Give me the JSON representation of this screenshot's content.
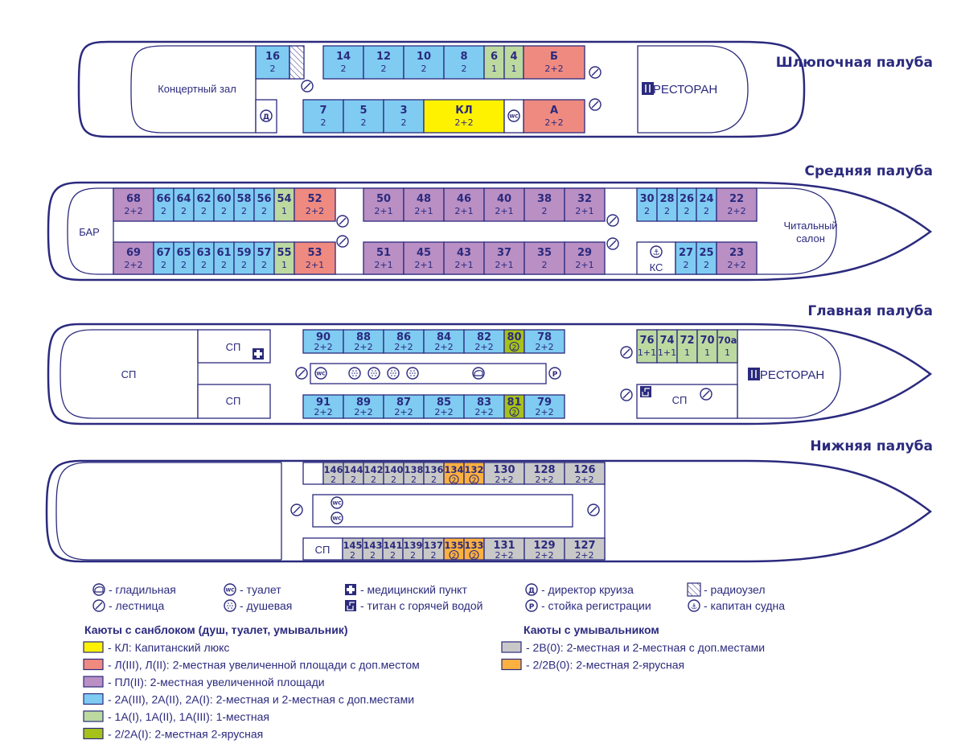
{
  "colors": {
    "navy": "#2b2a7e",
    "KL": "#fff200",
    "L": "#ef8a80",
    "PL": "#b98fc4",
    "A2": "#7fcbf2",
    "A1": "#bcd9a0",
    "A22": "#a6c21a",
    "B2": "#c8c8c8",
    "B22": "#fbb040"
  },
  "decks": [
    {
      "id": "boat",
      "title": "Шлюпочная палуба",
      "rooms": [
        {
          "id": "concert",
          "label": "Концертный зал"
        },
        {
          "id": "restaurant",
          "label": "РЕСТОРАН",
          "icon": "fork-knife-icon"
        }
      ],
      "cabins": [
        {
          "num": "16",
          "cap": "2",
          "cls": "A2"
        },
        {
          "num": "14",
          "cap": "2",
          "cls": "A2"
        },
        {
          "num": "12",
          "cap": "2",
          "cls": "A2"
        },
        {
          "num": "10",
          "cap": "2",
          "cls": "A2"
        },
        {
          "num": "8",
          "cap": "2",
          "cls": "A2"
        },
        {
          "num": "6",
          "cap": "1",
          "cls": "A1"
        },
        {
          "num": "4",
          "cap": "1",
          "cls": "A1"
        },
        {
          "num": "Б",
          "cap": "2+2",
          "cls": "L"
        },
        {
          "num": "7",
          "cap": "2",
          "cls": "A2"
        },
        {
          "num": "5",
          "cap": "2",
          "cls": "A2"
        },
        {
          "num": "3",
          "cap": "2",
          "cls": "A2"
        },
        {
          "num": "КЛ",
          "cap": "2+2",
          "cls": "KL"
        },
        {
          "num": "А",
          "cap": "2+2",
          "cls": "L"
        }
      ]
    },
    {
      "id": "middle",
      "title": "Средняя палуба",
      "rooms": [
        {
          "id": "bar",
          "label": "БАР"
        },
        {
          "id": "reading",
          "label": "Читальный салон",
          "label1": "Читальный",
          "label2": "салон"
        },
        {
          "id": "captain",
          "label": "КС"
        }
      ],
      "cabins": [
        {
          "num": "68",
          "cap": "2+2",
          "cls": "PL"
        },
        {
          "num": "66",
          "cap": "2",
          "cls": "A2"
        },
        {
          "num": "64",
          "cap": "2",
          "cls": "A2"
        },
        {
          "num": "62",
          "cap": "2",
          "cls": "A2"
        },
        {
          "num": "60",
          "cap": "2",
          "cls": "A2"
        },
        {
          "num": "58",
          "cap": "2",
          "cls": "A2"
        },
        {
          "num": "56",
          "cap": "2",
          "cls": "A2"
        },
        {
          "num": "54",
          "cap": "1",
          "cls": "A1"
        },
        {
          "num": "52",
          "cap": "2+2",
          "cls": "L"
        },
        {
          "num": "50",
          "cap": "2+1",
          "cls": "PL"
        },
        {
          "num": "48",
          "cap": "2+1",
          "cls": "PL"
        },
        {
          "num": "46",
          "cap": "2+1",
          "cls": "PL"
        },
        {
          "num": "40",
          "cap": "2+1",
          "cls": "PL"
        },
        {
          "num": "38",
          "cap": "2",
          "cls": "PL"
        },
        {
          "num": "32",
          "cap": "2+1",
          "cls": "PL"
        },
        {
          "num": "30",
          "cap": "2",
          "cls": "A2"
        },
        {
          "num": "28",
          "cap": "2",
          "cls": "A2"
        },
        {
          "num": "26",
          "cap": "2",
          "cls": "A2"
        },
        {
          "num": "24",
          "cap": "2",
          "cls": "A2"
        },
        {
          "num": "22",
          "cap": "2+2",
          "cls": "PL"
        },
        {
          "num": "69",
          "cap": "2+2",
          "cls": "PL"
        },
        {
          "num": "67",
          "cap": "2",
          "cls": "A2"
        },
        {
          "num": "65",
          "cap": "2",
          "cls": "A2"
        },
        {
          "num": "63",
          "cap": "2",
          "cls": "A2"
        },
        {
          "num": "61",
          "cap": "2",
          "cls": "A2"
        },
        {
          "num": "59",
          "cap": "2",
          "cls": "A2"
        },
        {
          "num": "57",
          "cap": "2",
          "cls": "A2"
        },
        {
          "num": "55",
          "cap": "1",
          "cls": "A1"
        },
        {
          "num": "53",
          "cap": "2+1",
          "cls": "L"
        },
        {
          "num": "51",
          "cap": "2+1",
          "cls": "PL"
        },
        {
          "num": "45",
          "cap": "2+1",
          "cls": "PL"
        },
        {
          "num": "43",
          "cap": "2+1",
          "cls": "PL"
        },
        {
          "num": "37",
          "cap": "2+1",
          "cls": "PL"
        },
        {
          "num": "35",
          "cap": "2",
          "cls": "PL"
        },
        {
          "num": "29",
          "cap": "2+1",
          "cls": "PL"
        },
        {
          "num": "27",
          "cap": "2",
          "cls": "A2"
        },
        {
          "num": "25",
          "cap": "2",
          "cls": "A2"
        },
        {
          "num": "23",
          "cap": "2+2",
          "cls": "PL"
        }
      ]
    },
    {
      "id": "main",
      "title": "Главная палуба",
      "rooms": [
        {
          "id": "sp-aft",
          "label": "СП"
        },
        {
          "id": "sp-top",
          "label": "СП"
        },
        {
          "id": "sp-bottom",
          "label": "СП"
        },
        {
          "id": "sp-fwd",
          "label": "СП"
        },
        {
          "id": "restaurant",
          "label": "РЕСТОРАН"
        }
      ],
      "cabins": [
        {
          "num": "90",
          "cap": "2+2",
          "cls": "A2"
        },
        {
          "num": "88",
          "cap": "2+2",
          "cls": "A2"
        },
        {
          "num": "86",
          "cap": "2+2",
          "cls": "A2"
        },
        {
          "num": "84",
          "cap": "2+2",
          "cls": "A2"
        },
        {
          "num": "82",
          "cap": "2+2",
          "cls": "A2"
        },
        {
          "num": "80",
          "cap": "②",
          "cls": "A22"
        },
        {
          "num": "78",
          "cap": "2+2",
          "cls": "A2"
        },
        {
          "num": "76",
          "cap": "1+1",
          "cls": "A1"
        },
        {
          "num": "74",
          "cap": "1+1",
          "cls": "A1"
        },
        {
          "num": "72",
          "cap": "1",
          "cls": "A1"
        },
        {
          "num": "70",
          "cap": "1",
          "cls": "A1"
        },
        {
          "num": "70а",
          "cap": "1",
          "cls": "A1"
        },
        {
          "num": "91",
          "cap": "2+2",
          "cls": "A2"
        },
        {
          "num": "89",
          "cap": "2+2",
          "cls": "A2"
        },
        {
          "num": "87",
          "cap": "2+2",
          "cls": "A2"
        },
        {
          "num": "85",
          "cap": "2+2",
          "cls": "A2"
        },
        {
          "num": "83",
          "cap": "2+2",
          "cls": "A2"
        },
        {
          "num": "81",
          "cap": "②",
          "cls": "A22"
        },
        {
          "num": "79",
          "cap": "2+2",
          "cls": "A2"
        }
      ]
    },
    {
      "id": "lower",
      "title": "Нижняя палуба",
      "rooms": [
        {
          "id": "sp",
          "label": "СП"
        }
      ],
      "cabins": [
        {
          "num": "146",
          "cap": "2",
          "cls": "B2"
        },
        {
          "num": "144",
          "cap": "2",
          "cls": "B2"
        },
        {
          "num": "142",
          "cap": "2",
          "cls": "B2"
        },
        {
          "num": "140",
          "cap": "2",
          "cls": "B2"
        },
        {
          "num": "138",
          "cap": "2",
          "cls": "B2"
        },
        {
          "num": "136",
          "cap": "2",
          "cls": "B2"
        },
        {
          "num": "134",
          "cap": "②",
          "cls": "B22"
        },
        {
          "num": "132",
          "cap": "②",
          "cls": "B22"
        },
        {
          "num": "130",
          "cap": "2+2",
          "cls": "B2"
        },
        {
          "num": "128",
          "cap": "2+2",
          "cls": "B2"
        },
        {
          "num": "126",
          "cap": "2+2",
          "cls": "B2"
        },
        {
          "num": "145",
          "cap": "2",
          "cls": "B2"
        },
        {
          "num": "143",
          "cap": "2",
          "cls": "B2"
        },
        {
          "num": "141",
          "cap": "2",
          "cls": "B2"
        },
        {
          "num": "139",
          "cap": "2",
          "cls": "B2"
        },
        {
          "num": "137",
          "cap": "2",
          "cls": "B2"
        },
        {
          "num": "135",
          "cap": "②",
          "cls": "B22"
        },
        {
          "num": "133",
          "cap": "②",
          "cls": "B22"
        },
        {
          "num": "131",
          "cap": "2+2",
          "cls": "B2"
        },
        {
          "num": "129",
          "cap": "2+2",
          "cls": "B2"
        },
        {
          "num": "127",
          "cap": "2+2",
          "cls": "B2"
        }
      ]
    }
  ],
  "legend": {
    "symbols": [
      {
        "icon": "iron-icon",
        "text": "- гладильная"
      },
      {
        "icon": "stairs-icon",
        "text": "- лестница"
      },
      {
        "icon": "toilet-icon",
        "text": "- туалет"
      },
      {
        "icon": "shower-icon",
        "text": "- душевая"
      },
      {
        "icon": "medical-icon",
        "text": "- медицинский пункт"
      },
      {
        "icon": "boiler-icon",
        "text": "- титан с горячей водой"
      },
      {
        "icon": "cruise-director-icon",
        "text": "- директор круиза"
      },
      {
        "icon": "reception-icon",
        "text": "- стойка регистрации"
      },
      {
        "icon": "radio-room-icon",
        "text": "- радиоузел"
      },
      {
        "icon": "captain-icon",
        "text": "- капитан судна"
      }
    ],
    "group1_title": "Каюты с санблоком (душ, туалет, умывальник)",
    "group1": [
      {
        "cls": "KL",
        "text": "- КЛ: Капитанский люкс"
      },
      {
        "cls": "L",
        "text": "- Л(III), Л(II): 2-местная увеличенной площади с доп.местом"
      },
      {
        "cls": "PL",
        "text": "- ПЛ(II): 2-местная увеличенной площади"
      },
      {
        "cls": "A2",
        "text": "- 2А(III), 2А(II), 2А(I): 2-местная и 2-местная с доп.местами"
      },
      {
        "cls": "A1",
        "text": "- 1А(I), 1А(II), 1А(III): 1-местная"
      },
      {
        "cls": "A22",
        "text": "- 2/2А(I): 2-местная 2-ярусная"
      }
    ],
    "group2_title": "Каюты с умывальником",
    "group2": [
      {
        "cls": "B2",
        "text": "- 2В(0): 2-местная и 2-местная с доп.местами"
      },
      {
        "cls": "B22",
        "text": "- 2/2В(0): 2-местная 2-ярусная"
      }
    ]
  }
}
